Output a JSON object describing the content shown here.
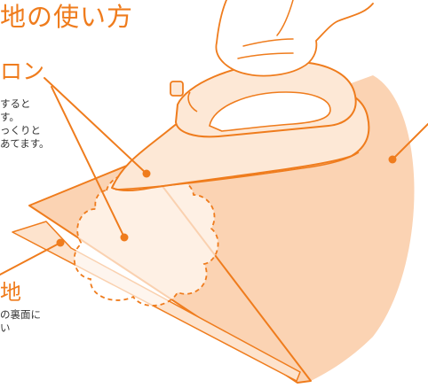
{
  "title": "地の使い方",
  "iron_section": {
    "label": "ロン",
    "lines": [
      "すると",
      "す。",
      "っくりと",
      "あてます。"
    ]
  },
  "cloth_section": {
    "label": "地",
    "lines": [
      "の裏面に",
      "い"
    ]
  },
  "colors": {
    "accent": "#ef7c1d",
    "peach": "#fbd3b3",
    "light_peach": "#fde3cd",
    "iron_body": "#fde8d6",
    "text": "#333333"
  },
  "icons": [
    "hand-icon",
    "iron-icon",
    "applique-flower-icon",
    "cloth-sheet-icon",
    "ironing-board-icon"
  ]
}
